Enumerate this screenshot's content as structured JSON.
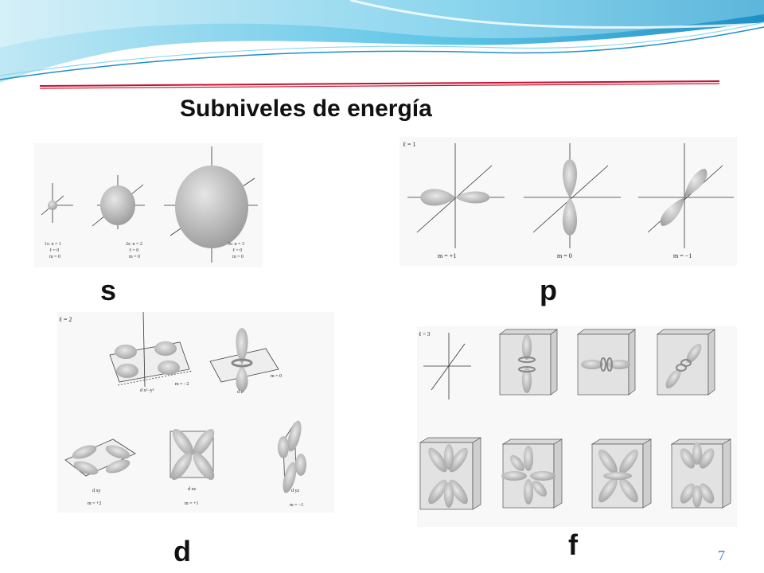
{
  "slide": {
    "title": "Subniveles de energía",
    "page_number": "7",
    "labels": {
      "s": "s",
      "p": "p",
      "d": "d",
      "f": "f"
    }
  },
  "colors": {
    "wave_light": "#bfe8f5",
    "wave_mid": "#5cc4e6",
    "wave_dark": "#1f8fc5",
    "rule_red": "#c8102e",
    "orbital_gray": "#b8b8b8"
  },
  "panels": {
    "s": {
      "captions": [
        [
          "1s: n = 1",
          "ℓ = 0",
          "m = 0"
        ],
        [
          "2s: n = 2",
          "ℓ = 0",
          "m = 0"
        ],
        [
          "3s: n = 3",
          "ℓ = 0",
          "m = 0"
        ]
      ]
    },
    "p": {
      "l_label": "ℓ = 1",
      "m_labels": [
        "m = +1",
        "m = 0",
        "m = −1"
      ]
    },
    "d": {
      "l_label": "ℓ = 2",
      "sub_labels": [
        "d x²−y²",
        "d z²",
        "d xy",
        "d xz",
        "d yz"
      ],
      "m_labels": [
        "m = −2",
        "m = 0",
        "m = +2",
        "m = +1",
        "m = −1"
      ]
    },
    "f": {
      "l_label": "ℓ = 3"
    }
  }
}
